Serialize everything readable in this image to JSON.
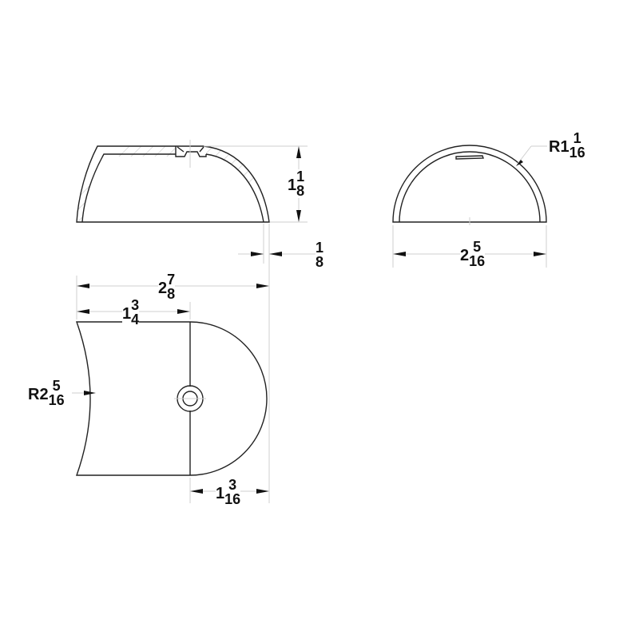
{
  "drawing": {
    "type": "orthographic technical drawing",
    "units": "inches",
    "line_color": "#222222",
    "dimension_color": "#cfcfcf",
    "views": [
      "side-section-view",
      "front-view",
      "top-view"
    ]
  },
  "dimensions": {
    "height": {
      "prefix": "",
      "whole": "1",
      "num": "1",
      "den": "8",
      "text": "1 1/8"
    },
    "wall_thickness": {
      "prefix": "",
      "whole": "",
      "num": "1",
      "den": "8",
      "text": "1/8"
    },
    "width": {
      "prefix": "",
      "whole": "2",
      "num": "5",
      "den": "16",
      "text": "2 5/16"
    },
    "outer_radius": {
      "prefix": "R",
      "whole": "1",
      "num": "1",
      "den": "16",
      "text": "R1 1/16"
    },
    "overall_length": {
      "prefix": "",
      "whole": "2",
      "num": "7",
      "den": "8",
      "text": "2 7/8"
    },
    "flat_length": {
      "prefix": "",
      "whole": "1",
      "num": "3",
      "den": "4",
      "text": "1 3/4"
    },
    "concave_radius": {
      "prefix": "R",
      "whole": "2",
      "num": "5",
      "den": "16",
      "text": "R2 5/16"
    },
    "round_length": {
      "prefix": "",
      "whole": "1",
      "num": "3",
      "den": "16",
      "text": "1 3/16"
    }
  }
}
